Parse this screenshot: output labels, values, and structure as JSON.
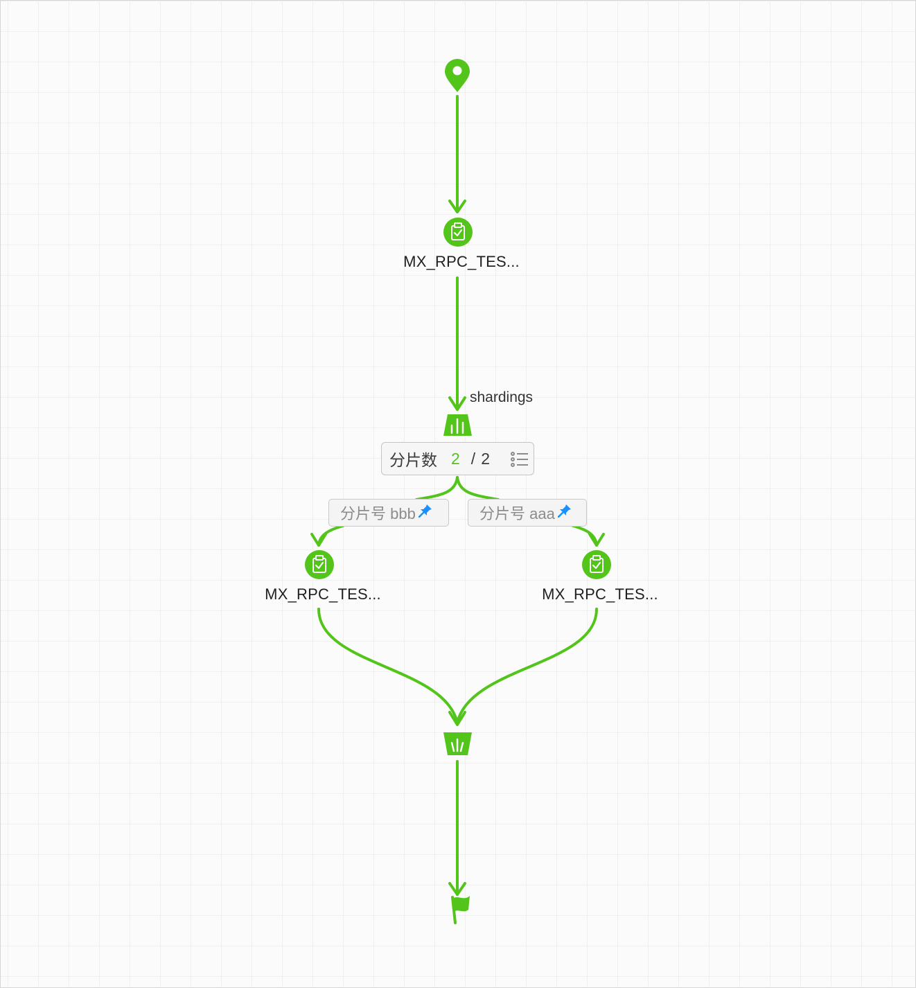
{
  "colors": {
    "accent": "#52c41a",
    "pin": "#1890ff",
    "label": "#1f1f1f",
    "tag_text": "#8c8c8c"
  },
  "nodes": {
    "start": {
      "icon": "location-pin-icon"
    },
    "task1": {
      "label": "MX_RPC_TES...",
      "icon": "clipboard-check-icon"
    },
    "sharding": {
      "icon": "sharding-bucket-icon"
    },
    "task_left": {
      "label": "MX_RPC_TES...",
      "icon": "clipboard-check-icon"
    },
    "task_right": {
      "label": "MX_RPC_TES...",
      "icon": "clipboard-check-icon"
    },
    "merge": {
      "icon": "merge-bucket-icon"
    },
    "end": {
      "icon": "finish-flag-icon"
    }
  },
  "edge_labels": {
    "shardings": "shardings"
  },
  "shard_count": {
    "label": "分片数",
    "done": "2",
    "separator": "/",
    "total": "2",
    "list_icon": "list-icon"
  },
  "shard_tags": {
    "left": {
      "text": "分片号 bbb",
      "icon": "pin-icon"
    },
    "right": {
      "text": "分片号 aaa",
      "icon": "pin-icon"
    }
  }
}
